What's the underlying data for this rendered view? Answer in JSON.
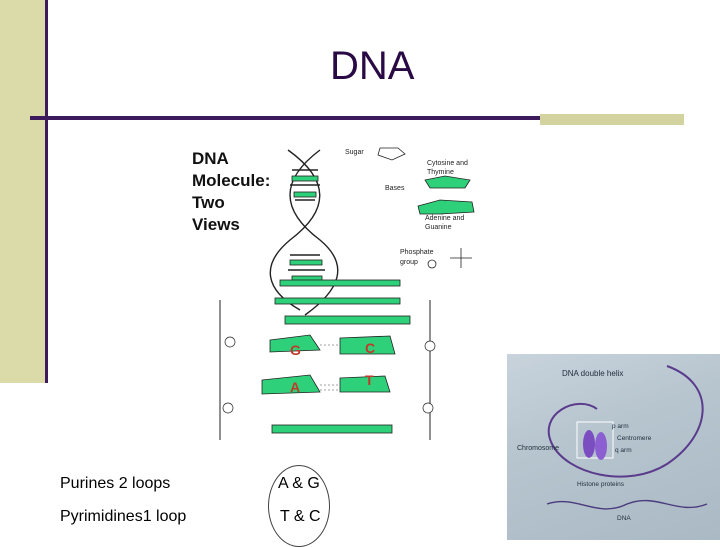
{
  "slide": {
    "title": "DNA"
  },
  "figure": {
    "heading_lines": [
      "DNA",
      "Molecule:",
      "Two",
      "Views"
    ],
    "labels": {
      "sugar": "Sugar",
      "cytosine_thymine_1": "Cytosine and",
      "cytosine_thymine_2": "Thymine",
      "bases": "Bases",
      "adenine_guanine_1": "Adenine and",
      "adenine_guanine_2": "Guanine",
      "phosphate_1": "Phosphate",
      "phosphate_2": "group"
    },
    "base_pairs": [
      {
        "left": "G",
        "right": "C"
      },
      {
        "left": "A",
        "right": "T"
      }
    ],
    "colors": {
      "base_green": "#2fd07a",
      "letters_red": "#c0392b"
    }
  },
  "captions": {
    "purines_label": "Purines 2 loops",
    "purines_bases": "A & G",
    "pyrimidines_label": "Pyrimidines1 loop",
    "pyrimidines_bases": "T & C"
  },
  "photo": {
    "heading": "DNA double helix",
    "labels": {
      "p_arm": "p arm",
      "centromere": "Centromere",
      "q_arm": "q arm",
      "chromosome": "Chromosome",
      "histone": "Histone proteins",
      "dna": "DNA"
    }
  }
}
